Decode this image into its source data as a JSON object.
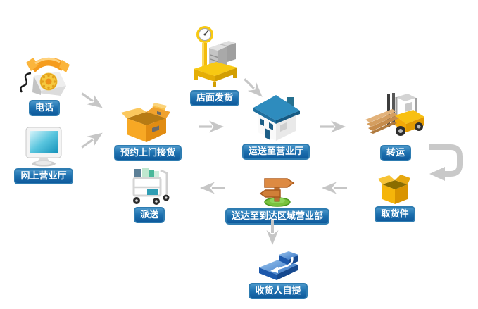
{
  "diagram": {
    "colors": {
      "background": "#ffffff",
      "label_bg": "#1e71b0",
      "label_border": "#2e7cb1",
      "label_text": "#ffffff",
      "arrow": "#c6c6c6"
    },
    "nodes": [
      {
        "label": "电话",
        "icon": "telephone-icon"
      },
      {
        "label": "网上营业厅",
        "icon": "monitor-icon"
      },
      {
        "label": "预约上门接货",
        "icon": "package-boxes-icon"
      },
      {
        "label": "店面发货",
        "icon": "weighing-scale-icon"
      },
      {
        "label": "运送至营业厅",
        "icon": "house-icon"
      },
      {
        "label": "转运",
        "icon": "forklift-icon"
      },
      {
        "label": "取货件",
        "icon": "open-box-icon"
      },
      {
        "label": "送达至到达区域营业部",
        "icon": "signpost-icon"
      },
      {
        "label": "派送",
        "icon": "delivery-cart-icon"
      },
      {
        "label": "收货人自提",
        "icon": "pickup-tray-icon"
      }
    ],
    "flows": [
      {
        "from": "电话",
        "to": "预约上门接货"
      },
      {
        "from": "网上营业厅",
        "to": "预约上门接货"
      },
      {
        "from": "预约上门接货",
        "to": "运送至营业厅"
      },
      {
        "from": "店面发货",
        "to": "运送至营业厅"
      },
      {
        "from": "运送至营业厅",
        "to": "转运"
      },
      {
        "from": "转运",
        "to": "取货件"
      },
      {
        "from": "取货件",
        "to": "送达至到达区域营业部"
      },
      {
        "from": "送达至到达区域营业部",
        "to": "派送"
      },
      {
        "from": "送达至到达区域营业部",
        "to": "收货人自提"
      }
    ]
  }
}
